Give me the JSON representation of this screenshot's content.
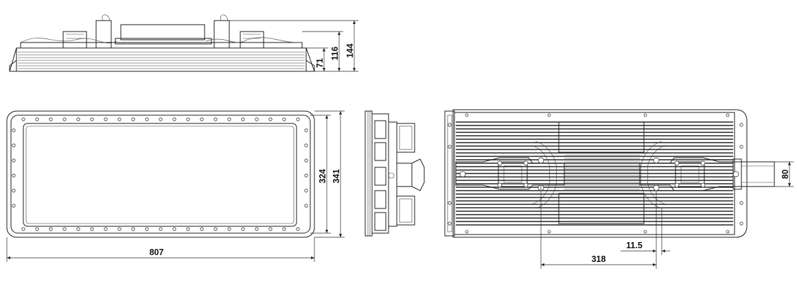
{
  "dimensions": {
    "top_view_height_body": "71",
    "top_view_height_mid": "116",
    "top_view_height_total": "144",
    "front_inner_height": "324",
    "front_outer_height": "341",
    "front_width": "807",
    "bracket_offset": "11.5",
    "bracket_spacing": "318",
    "bracket_height": "80"
  },
  "colors": {
    "line": "#1a1a1a",
    "background": "#ffffff"
  }
}
